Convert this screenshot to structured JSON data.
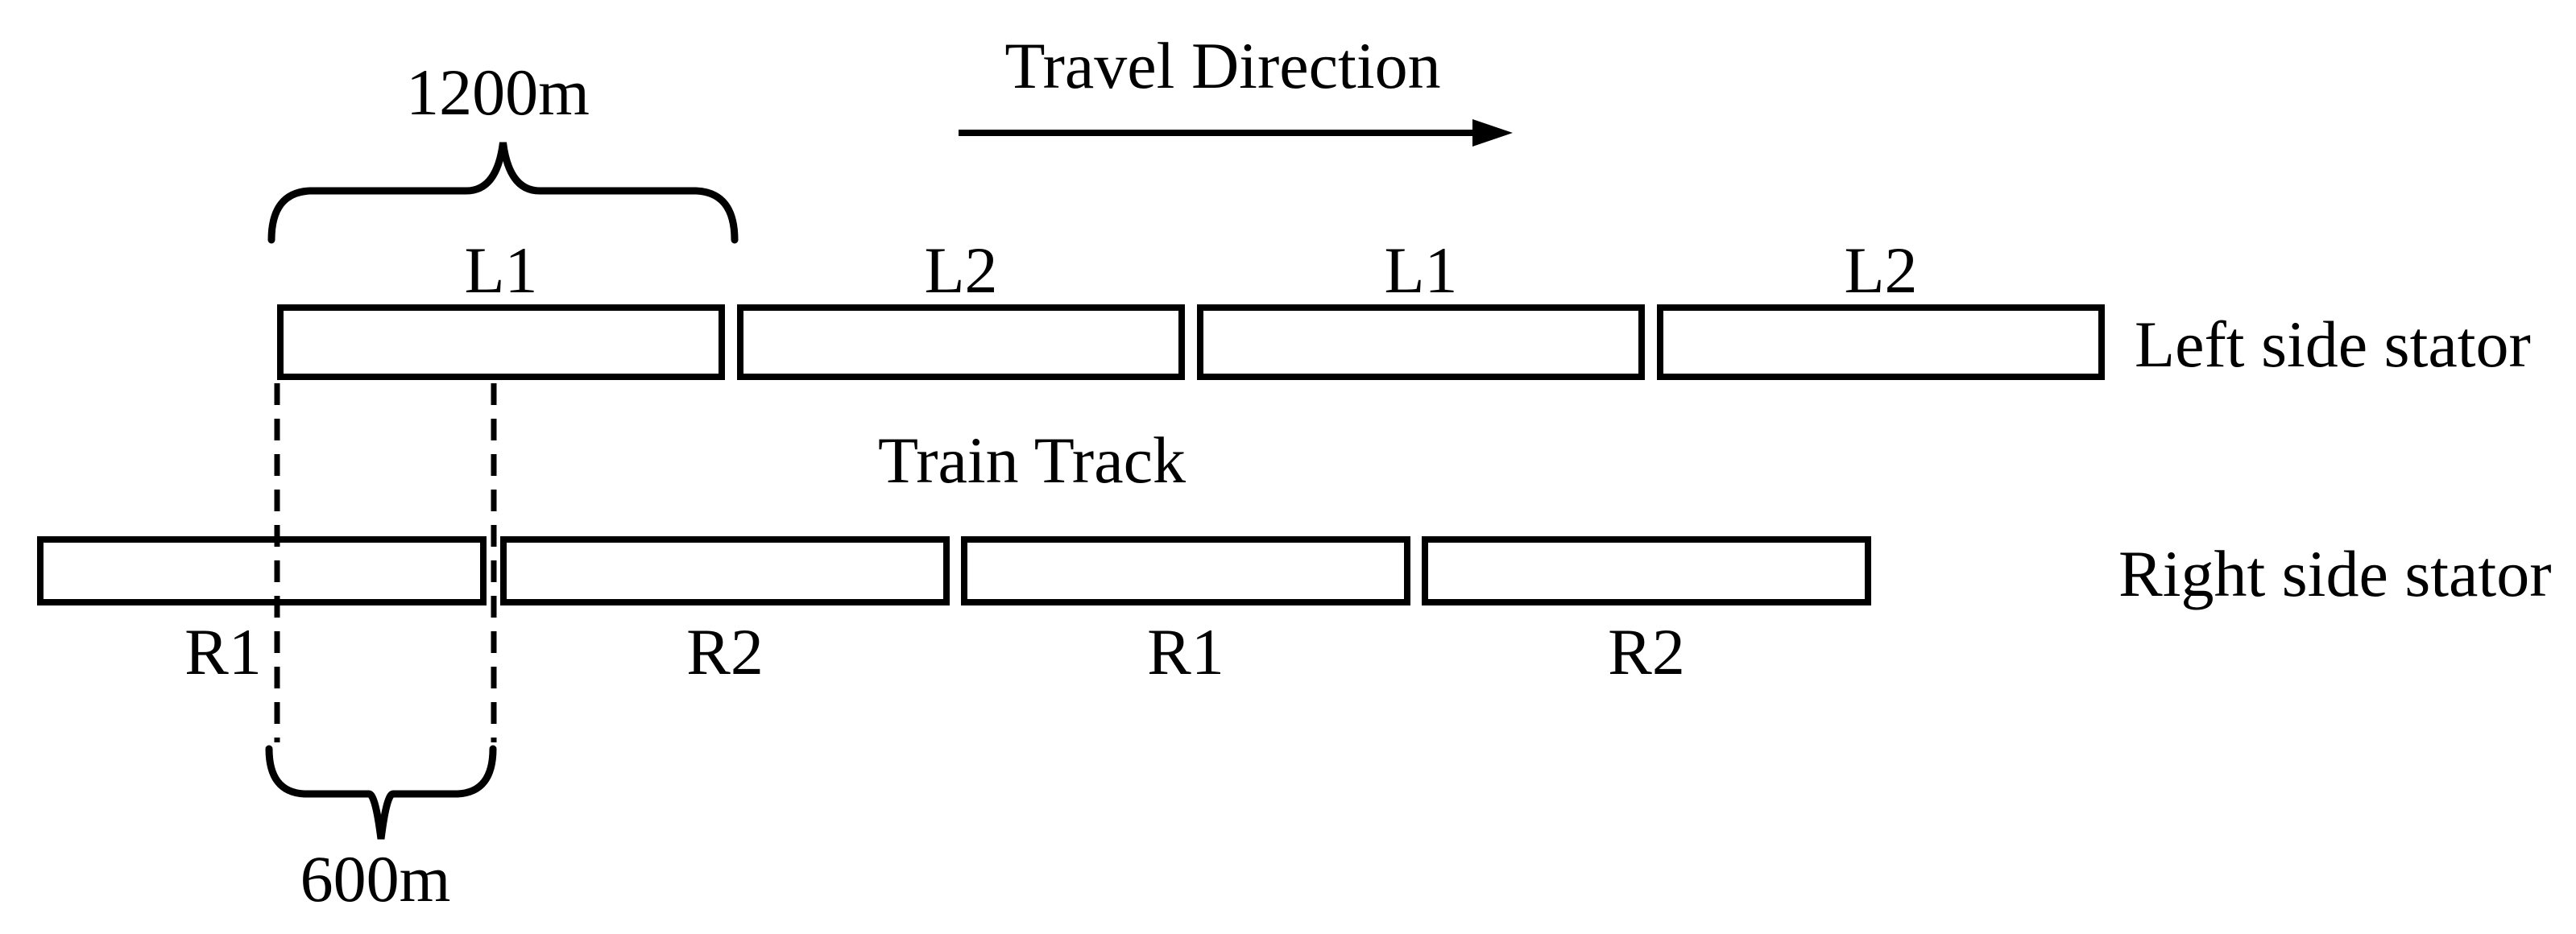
{
  "diagram": {
    "travel_direction": "Travel Direction",
    "train_track": "Train Track",
    "segment_length": "1200m",
    "offset_length": "600m",
    "left_stator": {
      "side_label": "Left side stator",
      "segments": [
        "L1",
        "L2",
        "L1",
        "L2"
      ]
    },
    "right_stator": {
      "side_label": "Right side stator",
      "segments": [
        "R1",
        "R2",
        "R1",
        "R2"
      ]
    },
    "colors": {
      "ink": "#000000",
      "background": "#ffffff"
    }
  }
}
